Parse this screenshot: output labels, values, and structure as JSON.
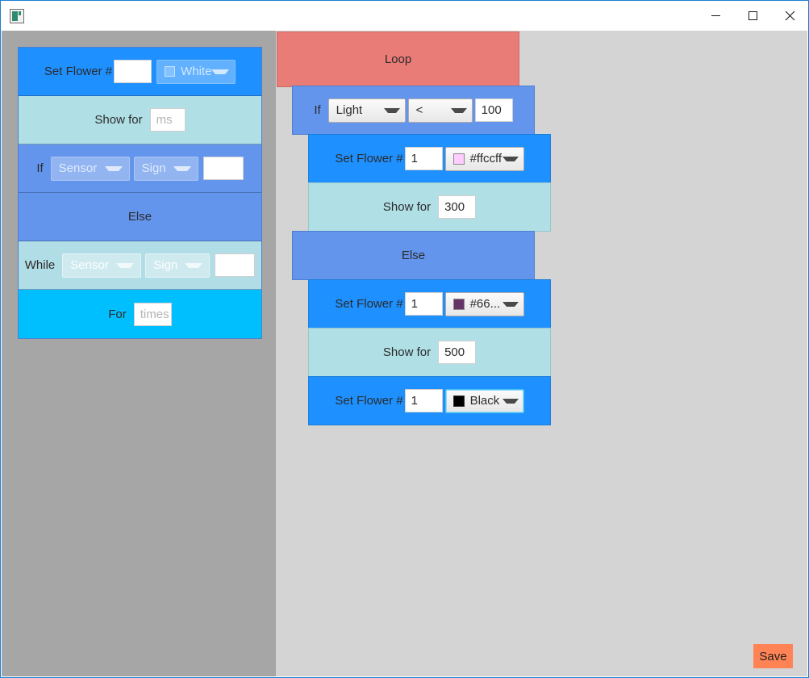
{
  "window": {
    "icon": "app-icon",
    "title": "",
    "minimize_label": "—",
    "maximize_label": "□",
    "close_label": "✕"
  },
  "palette": {
    "blocks": [
      {
        "id": "set-flower",
        "label": "Set Flower #",
        "color": "#1e90ff",
        "number_value": "",
        "number_placeholder": "",
        "select_label": "White",
        "select_swatch": "#ffffff",
        "disabled": true
      },
      {
        "id": "show-for",
        "label": "Show for",
        "color": "#b0e0e6",
        "number_value": "",
        "number_placeholder": "ms"
      },
      {
        "id": "if",
        "label": "If",
        "color": "#6495ed",
        "sensor_label": "Sensor",
        "sign_label": "Sign",
        "number_value": "",
        "number_placeholder": "",
        "disabled": true
      },
      {
        "id": "else",
        "label": "Else",
        "color": "#6495ed"
      },
      {
        "id": "while",
        "label": "While",
        "color": "#b0dde6",
        "sensor_label": "Sensor",
        "sign_label": "Sign",
        "number_value": "",
        "number_placeholder": "",
        "disabled": true
      },
      {
        "id": "for",
        "label": "For",
        "color": "#00bfff",
        "number_value": "",
        "number_placeholder": "times"
      }
    ]
  },
  "canvas": {
    "program": [
      {
        "id": "loop",
        "label": "Loop",
        "color": "#ea7c78"
      },
      {
        "id": "if",
        "label": "If",
        "color": "#6495ed",
        "sensor_label": "Light",
        "sign_label": "<",
        "number_value": "100"
      },
      {
        "id": "set-flower-1",
        "label": "Set Flower #",
        "color": "#1e90ff",
        "number_value": "1",
        "color_label": "#ffccff",
        "color_swatch": "#ffccff"
      },
      {
        "id": "show-for-1",
        "label": "Show for",
        "color": "#b0e0e6",
        "number_value": "300"
      },
      {
        "id": "else",
        "label": "Else",
        "color": "#6495ed"
      },
      {
        "id": "set-flower-2",
        "label": "Set Flower #",
        "color": "#1e90ff",
        "number_value": "1",
        "color_label": "#66...",
        "color_swatch": "#663366"
      },
      {
        "id": "show-for-2",
        "label": "Show for",
        "color": "#b0e0e6",
        "number_value": "500"
      },
      {
        "id": "set-flower-3",
        "label": "Set Flower #",
        "color": "#1e90ff",
        "number_value": "1",
        "color_label": "Black",
        "color_swatch": "#000000",
        "focused": true
      }
    ]
  },
  "footer": {
    "save_label": "Save",
    "save_color": "#ff8355"
  }
}
